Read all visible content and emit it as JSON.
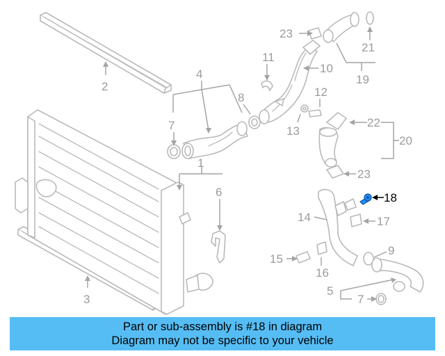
{
  "callouts": {
    "c1": "1",
    "c2": "2",
    "c3": "3",
    "c4": "4",
    "c5": "5",
    "c6": "6",
    "c7a": "7",
    "c7b": "7",
    "c8": "8",
    "c9": "9",
    "c10": "10",
    "c11": "11",
    "c12": "12",
    "c13": "13",
    "c14": "14",
    "c15": "15",
    "c16": "16",
    "c17": "17",
    "c18": "18",
    "c19": "19",
    "c20": "20",
    "c21": "21",
    "c22": "22",
    "c23a": "23",
    "c23b": "23"
  },
  "highlight": {
    "part": "18",
    "color": "#1e90ff"
  },
  "banner": {
    "line1": "Part or sub-assembly is #18 in diagram",
    "line2": "Diagram may not be specific to your vehicle",
    "color": "#56bdf4"
  }
}
